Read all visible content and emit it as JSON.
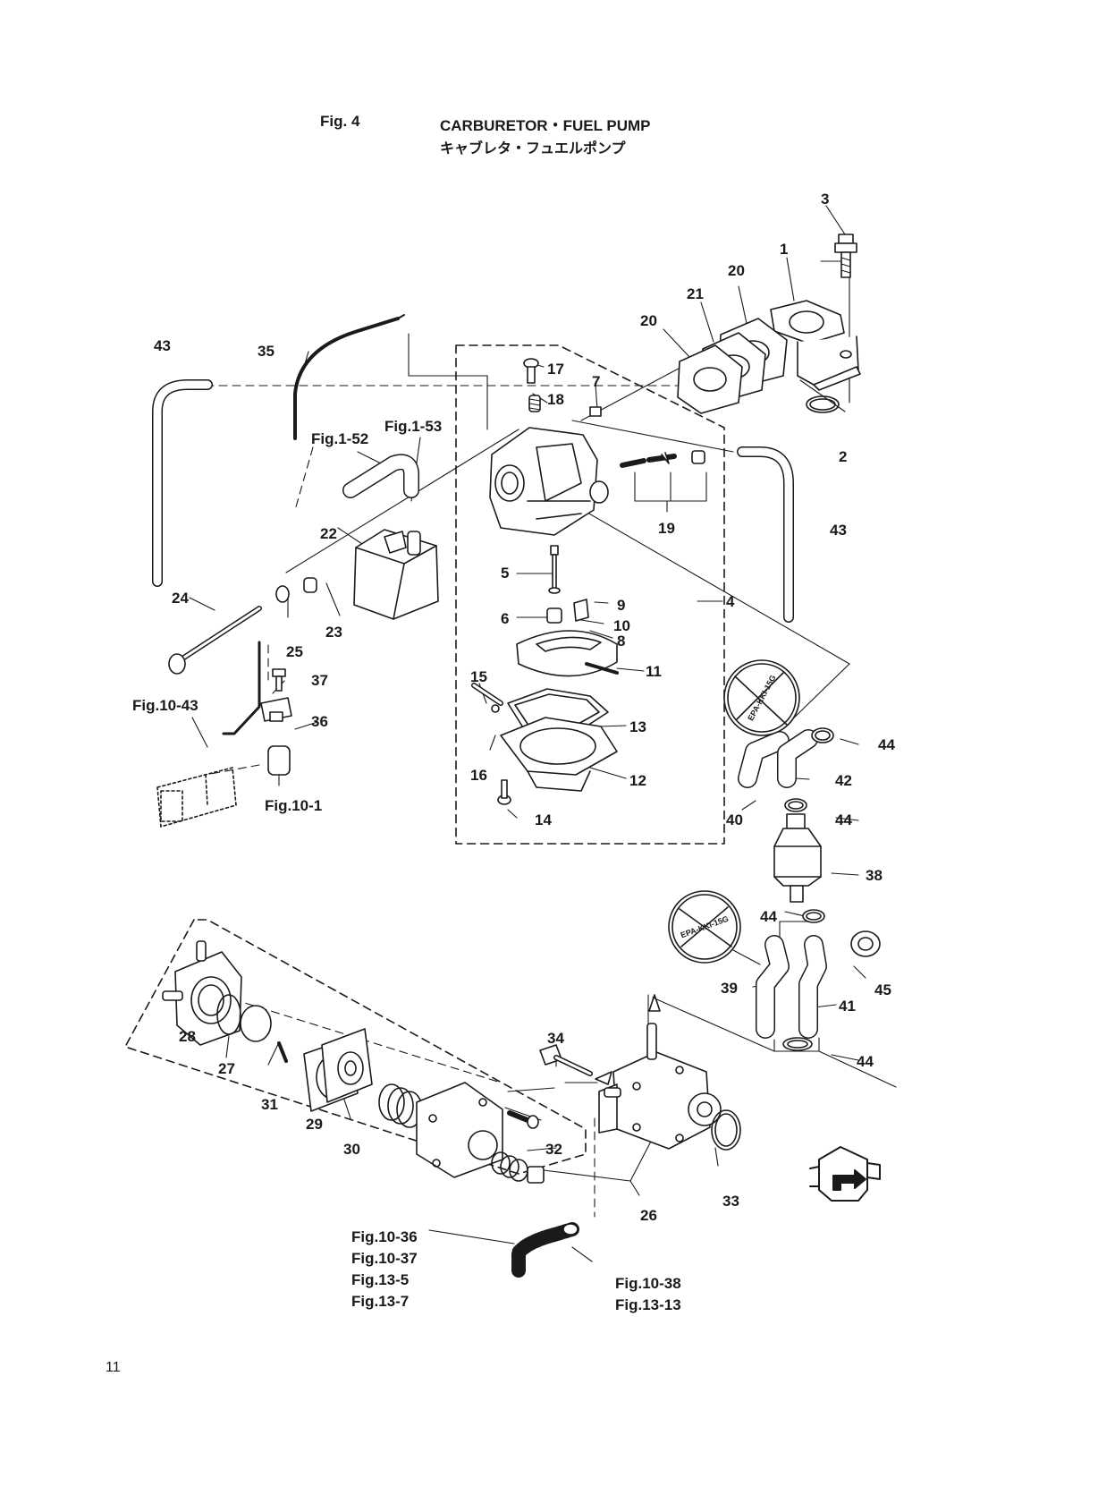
{
  "header": {
    "fig_number": "Fig. 4",
    "title_en": "CARBURETOR・FUEL PUMP",
    "title_jp": "キャブレタ・フュエルポンプ"
  },
  "page_number": "11",
  "callouts": {
    "p1": "1",
    "p2": "2",
    "p3": "3",
    "p4": "4",
    "p5": "5",
    "p6": "6",
    "p7": "7",
    "p8": "8",
    "p9": "9",
    "p10": "10",
    "p11": "11",
    "p12": "12",
    "p13": "13",
    "p14": "14",
    "p15": "15",
    "p16": "16",
    "p17": "17",
    "p18": "18",
    "p19": "19",
    "p20a": "20",
    "p20b": "20",
    "p21": "21",
    "p22": "22",
    "p23": "23",
    "p24": "24",
    "p25": "25",
    "p26": "26",
    "p27": "27",
    "p28": "28",
    "p29": "29",
    "p30": "30",
    "p31": "31",
    "p32": "32",
    "p33": "33",
    "p34": "34",
    "p35": "35",
    "p36": "36",
    "p37": "37",
    "p38": "38",
    "p39": "39",
    "p40": "40",
    "p41": "41",
    "p42": "42",
    "p43a": "43",
    "p43b": "43",
    "p44a": "44",
    "p44b": "44",
    "p44c": "44",
    "p44d": "44",
    "p45": "45"
  },
  "references": {
    "fig1_52": "Fig.1-52",
    "fig1_53": "Fig.1-53",
    "fig10_43": "Fig.10-43",
    "fig10_1": "Fig.10-1",
    "fig10_36": "Fig.10-36",
    "fig10_37": "Fig.10-37",
    "fig13_5": "Fig.13-5",
    "fig13_7": "Fig.13-7",
    "fig10_38": "Fig.10-38",
    "fig13_13": "Fig.13-13"
  },
  "stamps": {
    "upper": "EPA-KKI-15G",
    "lower": "EPA-KKI-15G"
  }
}
